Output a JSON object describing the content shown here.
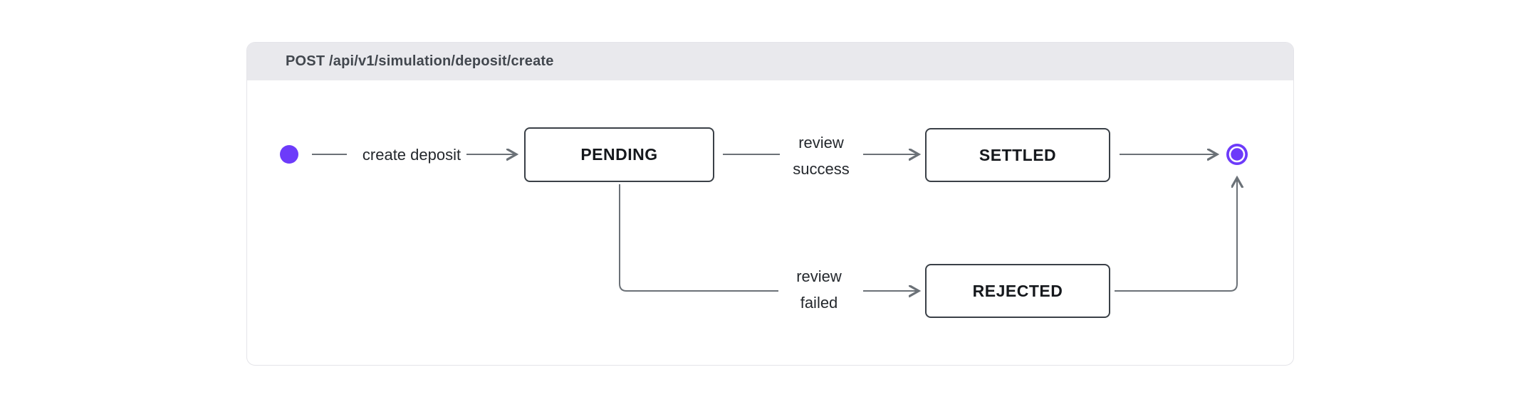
{
  "header": {
    "title": "POST /api/v1/simulation/deposit/create"
  },
  "colors": {
    "accent_purple": "#6d3bfa",
    "edge_gray": "#6b7177",
    "box_border": "#3a4047",
    "header_bg": "#e9e9ed",
    "card_border": "#e4e4e9"
  },
  "diagram": {
    "type": "state-machine",
    "states": [
      {
        "label": "PENDING"
      },
      {
        "label": "SETTLED"
      },
      {
        "label": "REJECTED"
      }
    ],
    "transitions": [
      {
        "from": "start",
        "to": "PENDING",
        "label": "create deposit"
      },
      {
        "from": "PENDING",
        "to": "SETTLED",
        "label": "review success"
      },
      {
        "from": "PENDING",
        "to": "REJECTED",
        "label": "review failed"
      },
      {
        "from": "SETTLED",
        "to": "end",
        "label": ""
      },
      {
        "from": "REJECTED",
        "to": "end",
        "label": ""
      }
    ]
  }
}
